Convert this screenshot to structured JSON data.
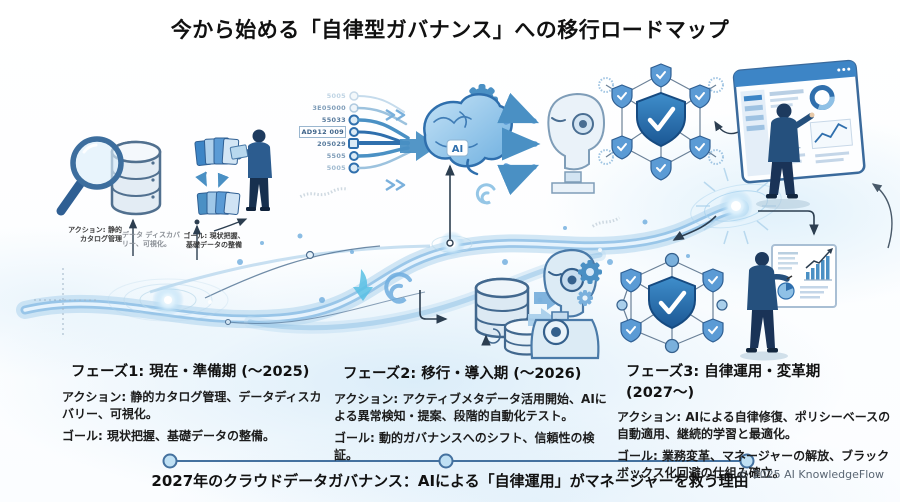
{
  "title": "今から始める「自律型ガバナンス」への移行ロードマップ",
  "phases": [
    {
      "heading": "フェーズ1: 現在・準備期 (〜2025)",
      "action": "アクション: 静的カタログ管理、データディスカバリー、可視化。",
      "goal": "ゴール: 現状把握、基礎データの整備。"
    },
    {
      "heading": "フェーズ2: 移行・導入期 (〜2026)",
      "action": "アクション: アクティブメタデータ活用開始、AIによる異常検知・提案、段階的自動化テスト。",
      "goal": "ゴール: 動的ガバナンスへのシフト、信頼性の検証。"
    },
    {
      "heading": "フェーズ3: 自律運用・変革期 (2027〜)",
      "action": "アクション: AIによる自律修復、ポリシーベースの自動適用、継続的学習と最適化。",
      "goal": "ゴール: 業務変革、マネージャーの解放、ブラックボックス化回避の仕組み確立。"
    }
  ],
  "illustration": {
    "callouts": [
      {
        "text": "アクション: 静的カタログ管理"
      },
      {
        "text": "データ ディスカバリー、可視化。"
      },
      {
        "text": "ゴール: 現状把握、基礎データの整備"
      }
    ],
    "stream_labels": [
      "5005",
      "3E05000",
      "55033",
      "AD912 009",
      "205029",
      "5505",
      "5005"
    ],
    "ai_badge": "AI"
  },
  "footer": {
    "headline": "2027年のクラウドデータガバナンス：AIによる「自律運用」がマネージャーを救う理由",
    "copyright": "© 2025 AI KnowledgeFlow"
  },
  "colors": {
    "accent_blue": "#4a90c4",
    "dark_navy": "#1d3a5e",
    "wave_blue": "#a8cfec",
    "timeline": "#44719f",
    "text": "#1a1a1a",
    "copyright_gray": "#5a6673"
  }
}
